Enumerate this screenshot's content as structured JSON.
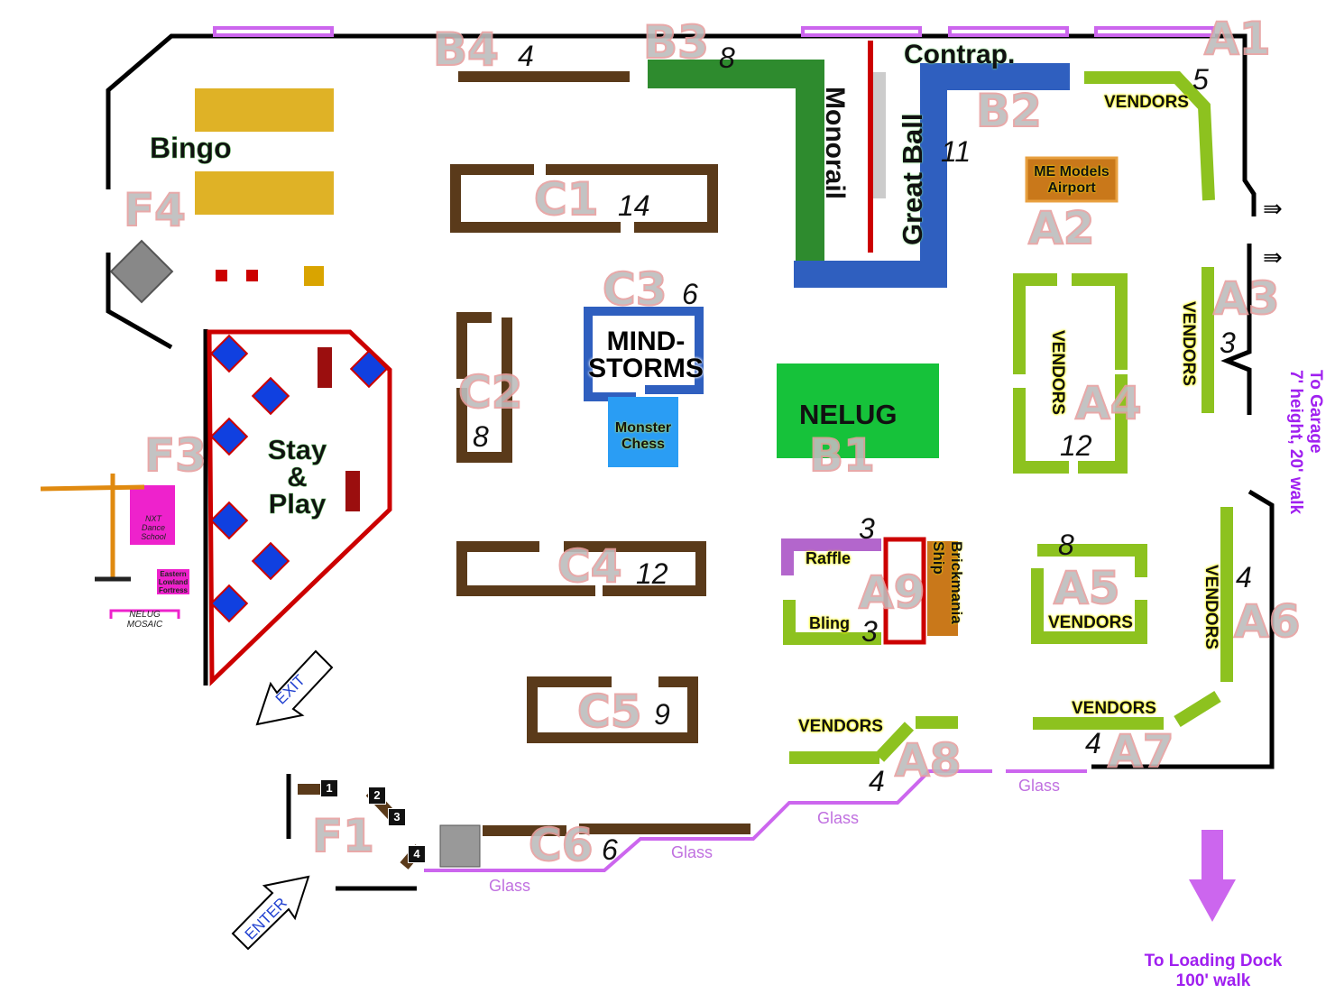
{
  "sections": {
    "F4": "F4",
    "F3": "F3",
    "F1": "F1",
    "B4": "B4",
    "B3": "B3",
    "B2": "B2",
    "B1": "B1",
    "A1": "A1",
    "A2": "A2",
    "A3": "A3",
    "A4": "A4",
    "A5": "A5",
    "A6": "A6",
    "A7": "A7",
    "A8": "A8",
    "A9": "A9",
    "C1": "C1",
    "C2": "C2",
    "C3": "C3",
    "C4": "C4",
    "C5": "C5",
    "C6": "C6"
  },
  "table_counts": {
    "B4": "4",
    "B3": "8",
    "A1": "5",
    "B2": "11",
    "C1": "14",
    "C3": "6",
    "A3": "3",
    "C2": "8",
    "A4": "12",
    "A9_raffle": "3",
    "A5": "8",
    "A6": "4",
    "C4": "12",
    "A9_bling": "3",
    "C5": "9",
    "A7": "4",
    "A8": "4",
    "C6": "6"
  },
  "areas": {
    "bingo": "Bingo",
    "stay_play": [
      "Stay",
      "&",
      "Play"
    ],
    "mindstorms": [
      "MIND-",
      "STORMS"
    ],
    "monster_chess": [
      "Monster",
      "Chess"
    ],
    "nelug": "NELUG",
    "monorail": "Monorail",
    "great_ball": "Great Ball",
    "contrap": "Contrap.",
    "me_models": [
      "ME Models",
      "Airport"
    ],
    "raffle": "Raffle",
    "bling": "Bling",
    "brickmania": [
      "Brickmania",
      "Ship"
    ],
    "vendors": "VENDORS",
    "nxt_dance": [
      "NXT",
      "Dance",
      "School"
    ],
    "eastern_lowland": [
      "Eastern",
      "Lowland",
      "Fortress"
    ],
    "nelug_mosaic": [
      "NELUG",
      "MOSAIC"
    ]
  },
  "glass": "Glass",
  "exit": "EXIT",
  "enter": "ENTER",
  "doors": [
    "1",
    "2",
    "3",
    "4"
  ],
  "garage": [
    "To Garage",
    "7' height, 20' walk"
  ],
  "loading_dock": [
    "To Loading Dock",
    "100' walk"
  ],
  "colors": {
    "wall": "#000000",
    "table": "#5a3a1a",
    "vendor": "#8dc21f",
    "glass": "#cc66ee",
    "monorail": "#2e8b2e",
    "gbc": "#2f5fbf",
    "nelug": "#16c23a",
    "booth": "#c9781a"
  }
}
